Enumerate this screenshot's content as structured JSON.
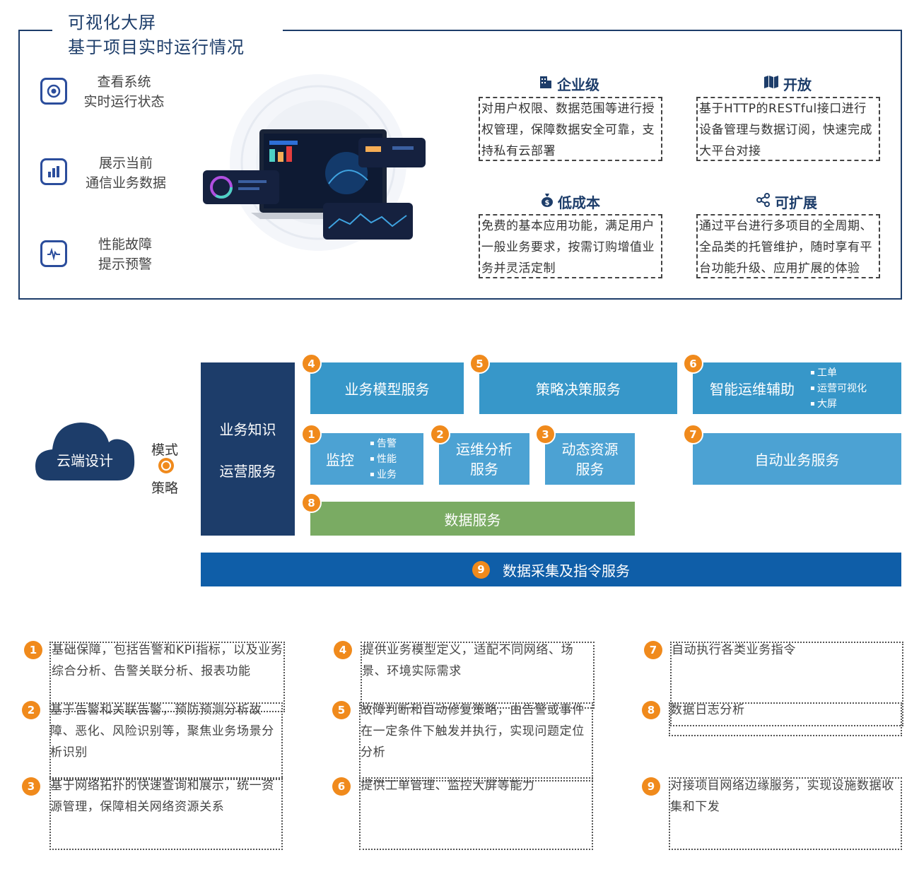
{
  "header": {
    "title_line1": "可视化大屏",
    "title_line2": "基于项目实时运行情况"
  },
  "features": [
    {
      "icon": "eye-icon",
      "line1": "查看系统",
      "line2": "实时运行状态"
    },
    {
      "icon": "bar-chart-icon",
      "line1": "展示当前",
      "line2": "通信业务数据"
    },
    {
      "icon": "waveform-icon",
      "line1": "性能故障",
      "line2": "提示预警"
    }
  ],
  "cards": [
    {
      "icon": "building-icon",
      "title": "企业级",
      "text": "对用户权限、数据范围等进行授权管理，保障数据安全可靠，支持私有云部署"
    },
    {
      "icon": "map-icon",
      "title": "开放",
      "text": "基于HTTP的RESTful接口进行设备管理与数据订阅，快速完成大平台对接"
    },
    {
      "icon": "money-bag-icon",
      "title": "低成本",
      "text": "免费的基本应用功能，满足用户一般业务要求，按需订购增值业务并灵活定制"
    },
    {
      "icon": "share-icon",
      "title": "可扩展",
      "text": "通过平台进行多项目的全周期、全品类的托管维护，随时享有平台功能升级、应用扩展的体验"
    }
  ],
  "architecture": {
    "cloud_label": "云端设计",
    "mode_label": "模式",
    "strategy_label": "策略",
    "left_block": {
      "line1": "业务知识",
      "line2": "运营服务"
    },
    "blocks": {
      "b4": {
        "num": "4",
        "label": "业务模型服务"
      },
      "b5": {
        "num": "5",
        "label": "策略决策服务"
      },
      "b6": {
        "num": "6",
        "label": "智能运维辅助",
        "bullets": [
          "工单",
          "运营可视化",
          "大屏"
        ]
      },
      "b1": {
        "num": "1",
        "label": "监控",
        "bullets": [
          "告警",
          "性能",
          "业务"
        ]
      },
      "b2": {
        "num": "2",
        "line1": "运维分析",
        "line2": "服务"
      },
      "b3": {
        "num": "3",
        "line1": "动态资源",
        "line2": "服务"
      },
      "b7": {
        "num": "7",
        "label": "自动业务服务"
      },
      "b8": {
        "num": "8",
        "label": "数据服务"
      },
      "b9": {
        "num": "9",
        "label": "数据采集及指令服务"
      }
    },
    "colors": {
      "navy": "#1d3d6a",
      "blue": "#3797c9",
      "light_blue": "#4ca2d3",
      "green": "#7aab63",
      "bottom_bar": "#0f5ea8",
      "orange": "#f08a1c"
    }
  },
  "notes": [
    {
      "num": "1",
      "text": "基础保障，包括告警和KPI指标，以及业务综合分析、告警关联分析、报表功能"
    },
    {
      "num": "2",
      "text": "基于告警和关联告警，预防预测分析故障、恶化、风险识别等，聚焦业务场景分析识别"
    },
    {
      "num": "3",
      "text": "基于网络拓扑的快速查询和展示，统一资源管理，保障相关网络资源关系"
    },
    {
      "num": "4",
      "text": "提供业务模型定义，适配不同网络、场景、环境实际需求"
    },
    {
      "num": "5",
      "text": "故障判断和自动修复策略，由告警或事件在一定条件下触发并执行，实现问题定位分析"
    },
    {
      "num": "6",
      "text": "提供工单管理、监控大屏等能力"
    },
    {
      "num": "7",
      "text": "自动执行各类业务指令"
    },
    {
      "num": "8",
      "text": "数据日志分析"
    },
    {
      "num": "9",
      "text": "对接项目网络边缘服务，实现设施数据收集和下发"
    }
  ]
}
